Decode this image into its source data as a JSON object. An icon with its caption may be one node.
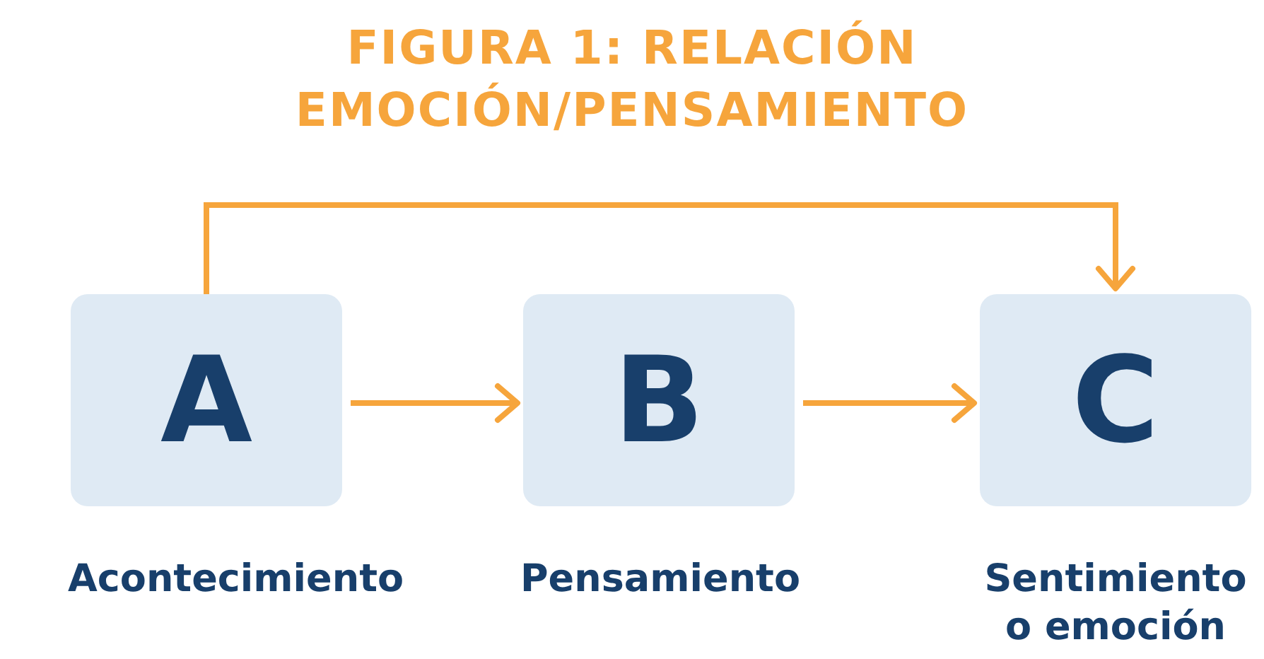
{
  "diagram": {
    "title": "FIGURA 1: RELACIÓN EMOCIÓN/PENSAMIENTO",
    "nodes": [
      {
        "text": [
          "A"
        ],
        "beside": [
          "Acontecimiento"
        ]
      },
      {
        "text": [
          "B"
        ],
        "beside": [
          "Pensamiento"
        ]
      },
      {
        "text": [
          "C"
        ],
        "beside": [
          "Sentimiento o emoción"
        ]
      }
    ],
    "edges": [
      {
        "from": 0,
        "to": 1,
        "arrow": "to"
      },
      {
        "from": 1,
        "to": 2,
        "arrow": "to"
      },
      {
        "from": 0,
        "to": 2,
        "arrow": "to"
      }
    ]
  }
}
